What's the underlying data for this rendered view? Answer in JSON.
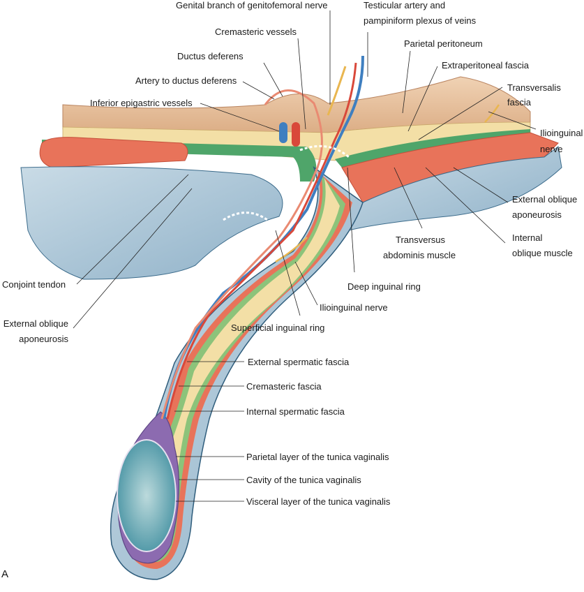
{
  "figure": {
    "panel_letter": "A",
    "subject": "Inguinal canal and spermatic cord layers (anatomical illustration)"
  },
  "colors": {
    "skin_peritoneum": "#e7bf98",
    "extraperitoneal_fat": "#f3dfa6",
    "transversalis_green": "#4fa56a",
    "muscle_red": "#e8735a",
    "aponeurosis_blue": "#a9c6d8",
    "vein_blue": "#3f7fc0",
    "artery_red": "#d9483a",
    "nerve_yellow": "#e9b650",
    "tunica_purple": "#8c6bb0",
    "testis_teal": "#5fa6b2",
    "leader_line": "#222222"
  },
  "labels": {
    "genital_branch": "Genital branch of genitofemoral nerve",
    "testicular_artery_1": "Testicular artery and",
    "testicular_artery_2": "pampiniform plexus of veins",
    "cremasteric_vessels": "Cremasteric vessels",
    "ductus_deferens": "Ductus deferens",
    "artery_ductus": "Artery to ductus deferens",
    "inferior_epigastric": "Inferior epigastric vessels",
    "parietal_peritoneum": "Parietal peritoneum",
    "extraperitoneal_fascia": "Extraperitoneal fascia",
    "transversalis_1": "Transversalis",
    "transversalis_2": "fascia",
    "ilioinguinal_top_1": "Ilioinguinal",
    "ilioinguinal_top_2": "nerve",
    "ext_oblique_right_1": "External oblique",
    "ext_oblique_right_2": "aponeurosis",
    "internal_oblique_1": "Internal",
    "internal_oblique_2": "oblique muscle",
    "transversus_1": "Transversus",
    "transversus_2": "abdominis muscle",
    "deep_ring": "Deep inguinal ring",
    "ilioinguinal_mid": "Ilioinguinal nerve",
    "superficial_ring": "Superficial inguinal ring",
    "conjoint_tendon": "Conjoint tendon",
    "ext_oblique_left_1": "External oblique",
    "ext_oblique_left_2": "aponeurosis",
    "external_spermatic": "External spermatic fascia",
    "cremasteric_fascia": "Cremasteric fascia",
    "internal_spermatic": "Internal spermatic fascia",
    "parietal_tunica": "Parietal layer of the tunica vaginalis",
    "cavity_tunica": "Cavity of the tunica vaginalis",
    "visceral_tunica": "Visceral layer of the tunica vaginalis"
  }
}
